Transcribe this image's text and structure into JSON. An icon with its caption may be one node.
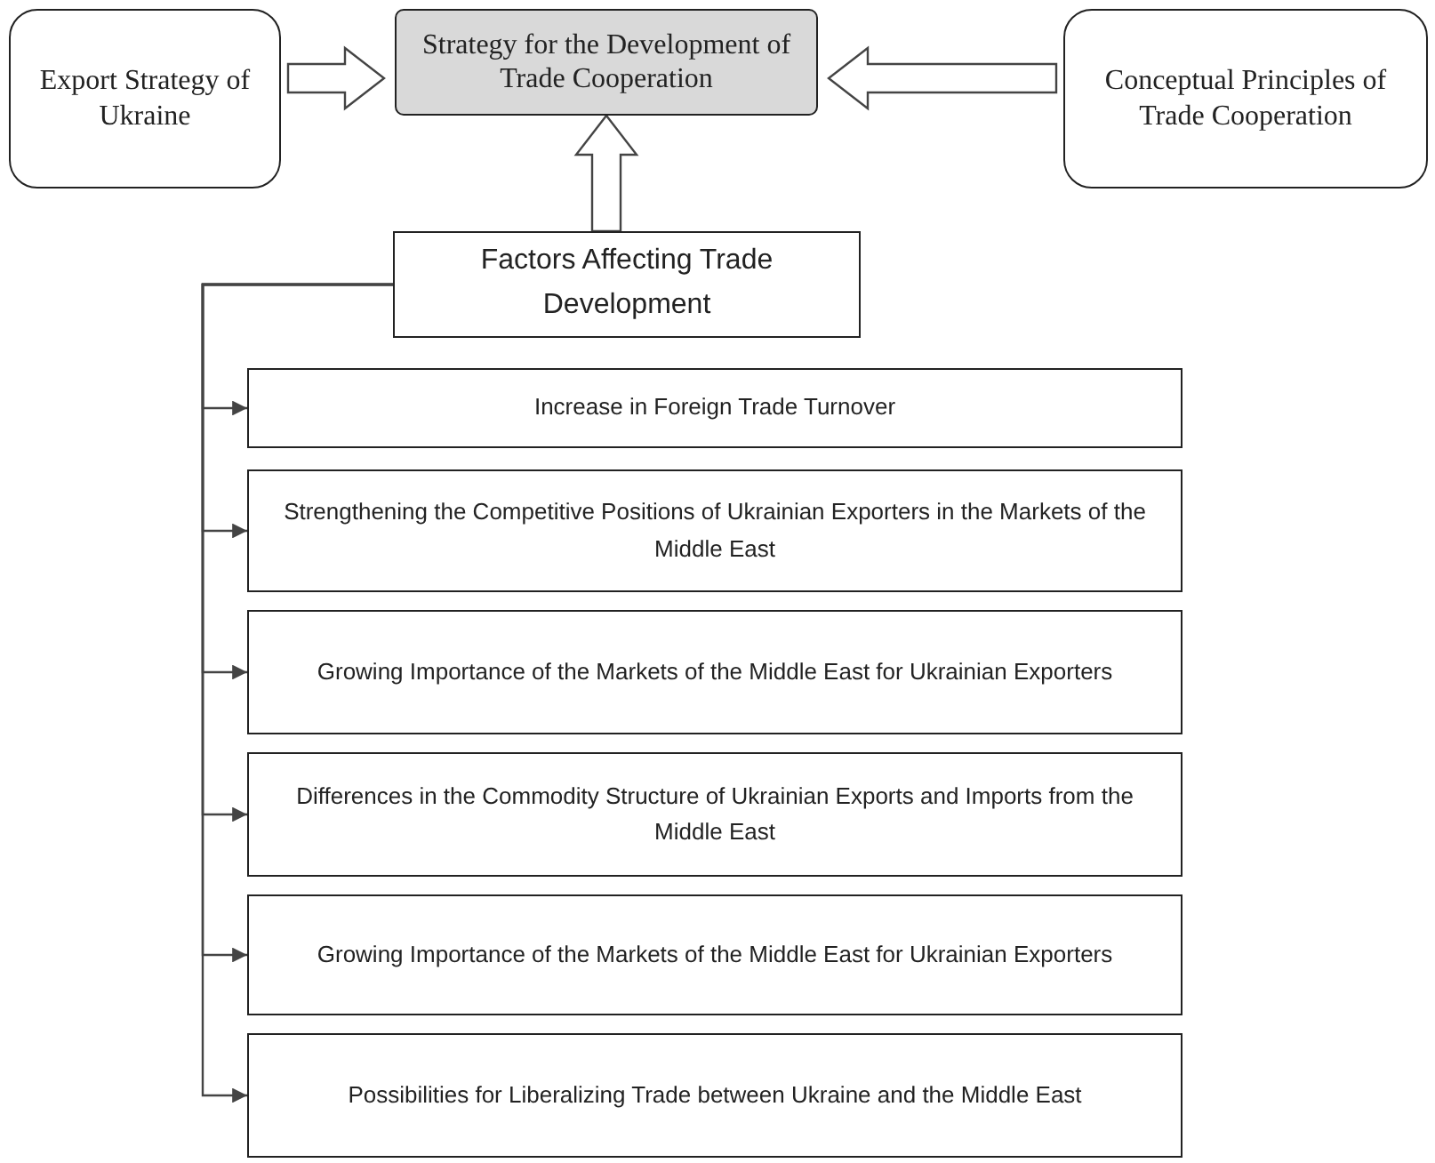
{
  "diagram": {
    "nodes": [
      {
        "text": [
          "Export Strategy of Ukraine"
        ]
      },
      {
        "text": [
          "Strategy for the Development of Trade Cooperation"
        ]
      },
      {
        "text": [
          "Conceptual Principles of Trade Cooperation"
        ]
      },
      {
        "text": [
          "Factors Affecting Trade Development"
        ]
      },
      {
        "text": [
          "Increase in Foreign Trade Turnover"
        ]
      },
      {
        "text": [
          "Strengthening the Competitive Positions of Ukrainian Exporters in the Markets of the Middle East"
        ]
      },
      {
        "text": [
          "Growing Importance of the Markets of the Middle East for Ukrainian Exporters"
        ]
      },
      {
        "text": [
          "Differences in the Commodity Structure of Ukrainian Exports and Imports from the Middle East"
        ]
      },
      {
        "text": [
          "Growing Importance of the Markets of the Middle East for Ukrainian Exporters"
        ]
      },
      {
        "text": [
          "Possibilities for Liberalizing Trade between Ukraine and the Middle East"
        ]
      }
    ],
    "edges": [
      {
        "from": 0,
        "to": 1,
        "arrow": "to"
      },
      {
        "from": 2,
        "to": 1,
        "arrow": "to"
      },
      {
        "from": 3,
        "to": 1,
        "arrow": "to"
      },
      {
        "from": 3,
        "to": 4,
        "arrow": "to"
      },
      {
        "from": 3,
        "to": 5,
        "arrow": "to"
      },
      {
        "from": 3,
        "to": 6,
        "arrow": "to"
      },
      {
        "from": 3,
        "to": 7,
        "arrow": "to"
      },
      {
        "from": 3,
        "to": 8,
        "arrow": "to"
      },
      {
        "from": 3,
        "to": 9,
        "arrow": "to"
      }
    ]
  }
}
